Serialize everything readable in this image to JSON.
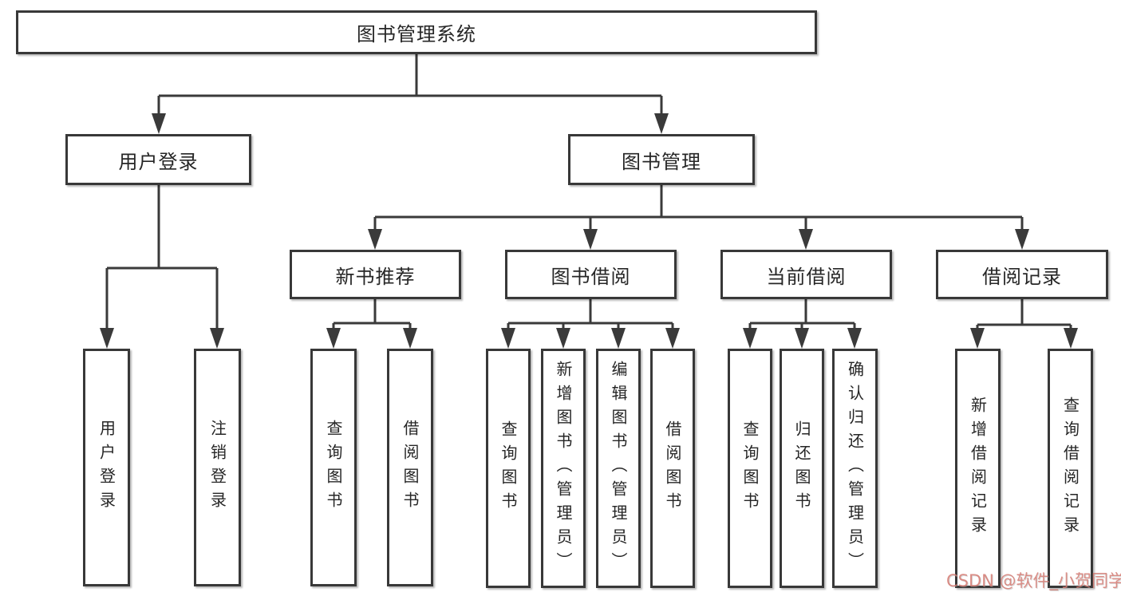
{
  "tree": {
    "root": {
      "label": "图书管理系统",
      "children": [
        {
          "label": "用户登录",
          "children": [
            {
              "label": "用户登录"
            },
            {
              "label": "注销登录"
            }
          ]
        },
        {
          "label": "图书管理",
          "children": [
            {
              "label": "新书推荐",
              "children": [
                {
                  "label": "查询图书"
                },
                {
                  "label": "借阅图书"
                }
              ]
            },
            {
              "label": "图书借阅",
              "children": [
                {
                  "label": "查询图书"
                },
                {
                  "label": "新增图书（管理员）"
                },
                {
                  "label": "编辑图书（管理员）"
                },
                {
                  "label": "借阅图书"
                }
              ]
            },
            {
              "label": "当前借阅",
              "children": [
                {
                  "label": "查询图书"
                },
                {
                  "label": "归还图书"
                },
                {
                  "label": "确认归还（管理员）"
                }
              ]
            },
            {
              "label": "借阅记录",
              "children": [
                {
                  "label": "新增借阅记录"
                },
                {
                  "label": "查询借阅记录"
                }
              ]
            }
          ]
        }
      ]
    }
  },
  "watermark": {
    "text": "CSDN @软件_小贺同学"
  },
  "colors": {
    "line": "#3a3a3a",
    "box_border": "#383838",
    "text": "#262626",
    "watermark": "#d67b73",
    "background": "#ffffff"
  }
}
